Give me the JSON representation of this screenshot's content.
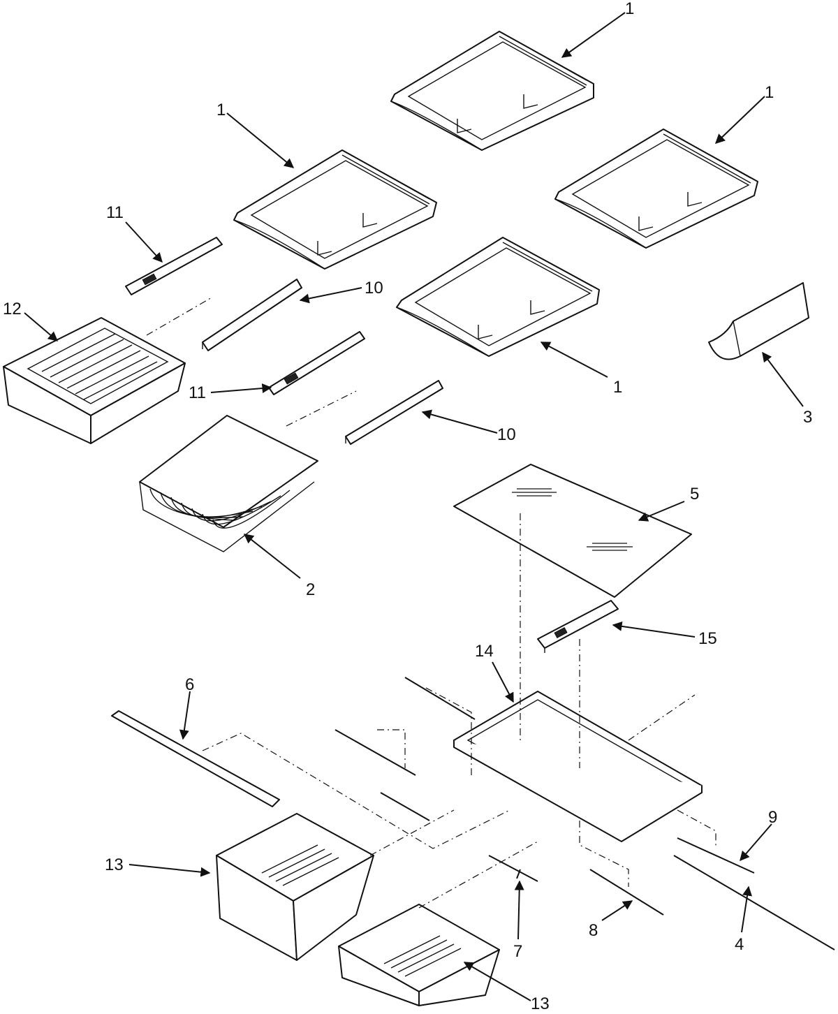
{
  "callouts": {
    "shelf_top": "1",
    "shelf_upper_right": "1",
    "shelf_left": "1",
    "shelf_center": "1",
    "glide_upper": "11",
    "glide_lower": "11",
    "slide_upper": "10",
    "slide_lower": "10",
    "drawer": "12",
    "wire_basket": "2",
    "guard": "3",
    "glass_shelf": "5",
    "bracket": "15",
    "frame": "14",
    "trim": "6",
    "crisper_left": "13",
    "crisper_right": "13",
    "support": "7",
    "rod": "8",
    "rail": "9",
    "track": "4"
  },
  "colors": {
    "line": "#111111",
    "background": "#ffffff"
  }
}
